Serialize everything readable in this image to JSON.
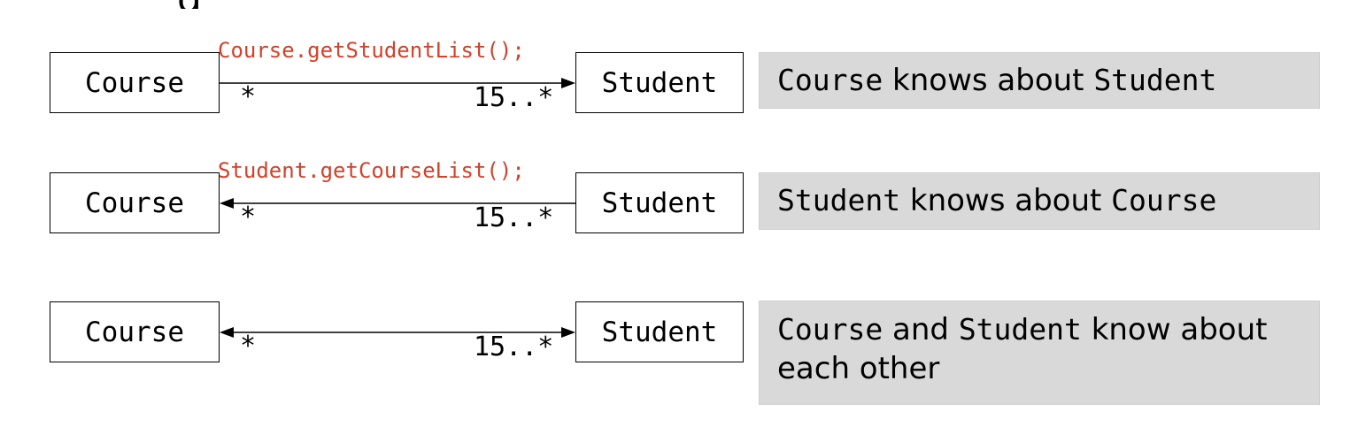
{
  "top_fragment": "g",
  "rows": [
    {
      "left_class": "Course",
      "right_class": "Student",
      "method": "Course.getStudentList();",
      "left_multiplicity": "*",
      "right_multiplicity": "15..*",
      "direction": "left-to-right",
      "caption": {
        "subject": "Course",
        "verb": " knows about ",
        "object": "Student"
      }
    },
    {
      "left_class": "Course",
      "right_class": "Student",
      "method": "Student.getCourseList();",
      "left_multiplicity": "*",
      "right_multiplicity": "15..*",
      "direction": "right-to-left",
      "caption": {
        "subject": "Student",
        "verb": " knows about ",
        "object": "Course"
      }
    },
    {
      "left_class": "Course",
      "right_class": "Student",
      "left_multiplicity": "*",
      "right_multiplicity": "15..*",
      "direction": "bidirectional",
      "caption": {
        "subject": "Course",
        "conj": " and ",
        "object": "Student",
        "rest": " know about each other"
      }
    }
  ],
  "colors": {
    "method_text": "#d2412b",
    "caption_bg": "#d9d9d9",
    "line": "#000000"
  }
}
